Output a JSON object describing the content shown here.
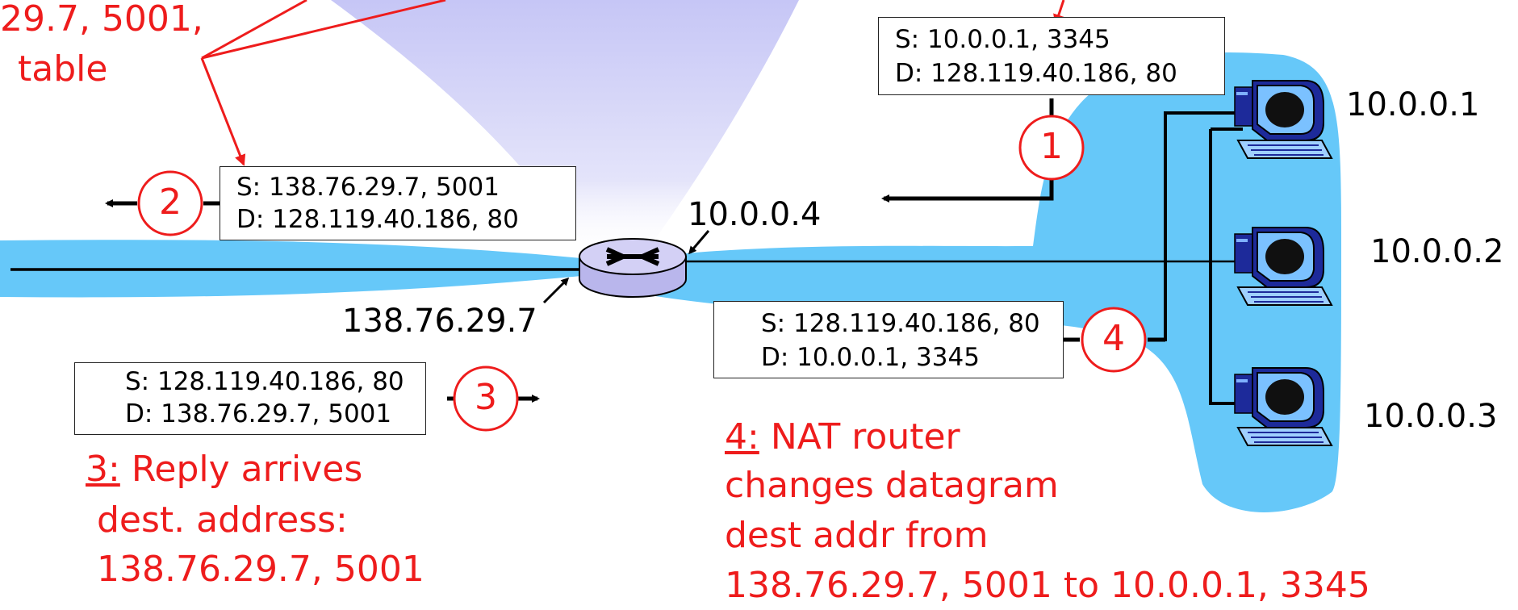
{
  "top_note": {
    "line1": "29.7, 5001,",
    "line2": "table"
  },
  "packets": {
    "p1": {
      "src": "S: 10.0.0.1, 3345",
      "dst": "D: 128.119.40.186, 80"
    },
    "p2": {
      "src": "S: 138.76.29.7, 5001",
      "dst": "D: 128.119.40.186, 80"
    },
    "p3": {
      "src": "S: 128.119.40.186, 80",
      "dst": "D: 138.76.29.7, 5001"
    },
    "p4": {
      "src": "S: 128.119.40.186, 80",
      "dst": "D: 10.0.0.1, 3345"
    }
  },
  "steps": {
    "s1": "1",
    "s2": "2",
    "s3": "3",
    "s4": "4"
  },
  "addresses": {
    "router_internal": "10.0.0.4",
    "router_external": "138.76.29.7",
    "host1": "10.0.0.1",
    "host2": "10.0.0.2",
    "host3": "10.0.0.3"
  },
  "note3": {
    "num": "3:",
    "line1": " Reply arrives",
    "line2": "dest. address:",
    "line3": "138.76.29.7, 5001"
  },
  "note4": {
    "num": "4:",
    "line1": " NAT router",
    "line2": "changes datagram",
    "line3": "dest addr from",
    "line4": "138.76.29.7, 5001 to 10.0.0.1, 3345"
  },
  "colors": {
    "annotation_red": "#ee1c1c",
    "lan_blue": "#66c8f9",
    "internet_lavender": "#c9c9f2",
    "router_fill": "#c8c6f0"
  },
  "icons": [
    "router-icon",
    "computer-icon"
  ]
}
